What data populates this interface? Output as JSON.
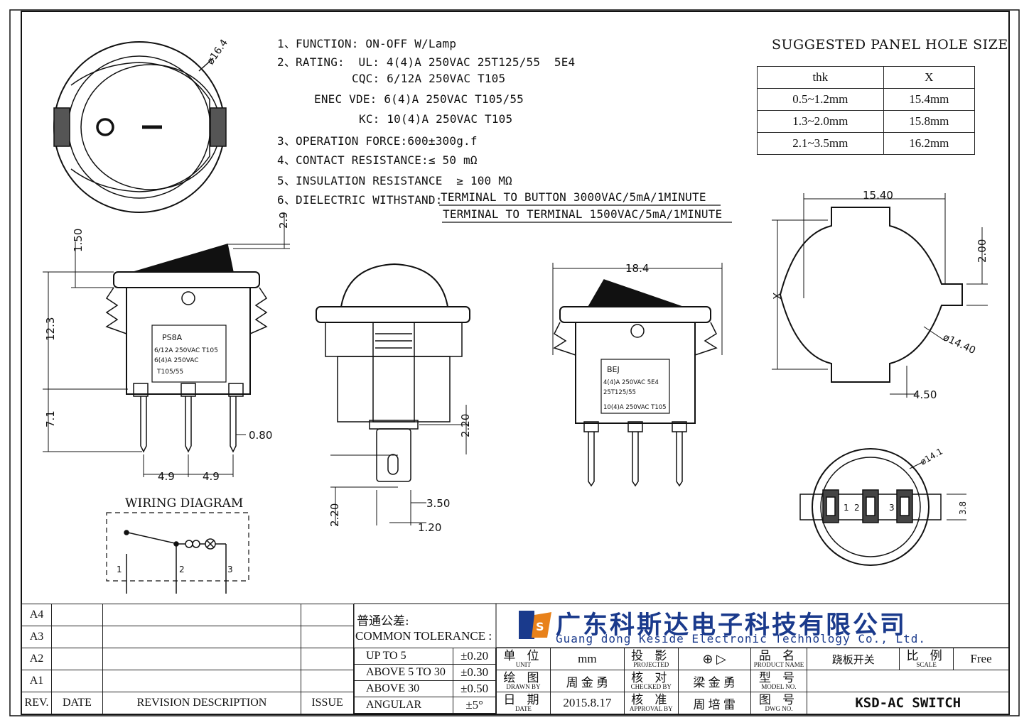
{
  "specs": [
    {
      "num": "1、",
      "text": "FUNCTION: ON-OFF W/Lamp"
    },
    {
      "num": "2、",
      "text": "RATING:  UL: 4(4)A 250VAC 25T125/55  5E4"
    },
    {
      "num": "",
      "text": "CQC: 6/12A 250VAC T105"
    },
    {
      "num": "",
      "text": "ENEC VDE: 6(4)A 250VAC T105/55"
    },
    {
      "num": "",
      "text": "KC: 10(4)A 250VAC T105"
    },
    {
      "num": "3、",
      "text": "OPERATION FORCE:600±300g.f"
    },
    {
      "num": "4、",
      "text": "CONTACT RESISTANCE:≤ 50 mΩ"
    },
    {
      "num": "5、",
      "text": "INSULATION RESISTANCE  ≥ 100 MΩ"
    },
    {
      "num": "6、",
      "text": "DIELECTRIC WITHSTAND:"
    }
  ],
  "dielectric": [
    "TERMINAL TO BUTTON 3000VAC/5mA/1MINUTE",
    "TERMINAL TO TERMINAL 1500VAC/5mA/1MINUTE"
  ],
  "hole_size": {
    "title": "SUGGESTED PANEL HOLE SIZE",
    "headers": [
      "thk",
      "X"
    ],
    "rows": [
      [
        "0.5~1.2mm",
        "15.4mm"
      ],
      [
        "1.3~2.0mm",
        "15.8mm"
      ],
      [
        "2.1~3.5mm",
        "16.2mm"
      ]
    ]
  },
  "dims": {
    "d164": "ø16.4",
    "d29": "2.9",
    "d150": "1.50",
    "d123": "12.3",
    "d71": "7.1",
    "d080": "0.80",
    "d49a": "4.9",
    "d49b": "4.9",
    "d184": "18.4",
    "d220a": "2.20",
    "d220b": "2.20",
    "d350": "3.50",
    "d120": "1.20",
    "d1540": "15.40",
    "d200": "2.00",
    "dx": "X",
    "d1440": "ø14.40",
    "d450": "4.50",
    "d141": "ø14.1",
    "d38": "3.8"
  },
  "label_a": {
    "model": "PS8A",
    "l1": "6/12A 250VAC T105",
    "l2": "6(4)A 250VAC",
    "l3": "T105/55"
  },
  "label_b": {
    "model": "BEJ",
    "l1": "4(4)A 250VAC 5E4",
    "l2": "25T125/55",
    "l3": "10(4)A 250VAC T105"
  },
  "wiring": {
    "title": "WIRING DIAGRAM",
    "t1": "1",
    "t2": "2",
    "t3": "3"
  },
  "bottom_terms": {
    "t1": "1",
    "t2": "2",
    "t3": "3"
  },
  "revisions": {
    "rows": [
      "A4",
      "A3",
      "A2",
      "A1"
    ],
    "headers": [
      "REV.",
      "DATE",
      "REVISION DESCRIPTION",
      "ISSUE"
    ]
  },
  "tolerance": {
    "title_cn": "普通公差:",
    "title_en": "COMMON TOLERANCE :",
    "rows": [
      [
        "UP TO 5",
        "±0.20"
      ],
      [
        "ABOVE 5 TO 30",
        "±0.30"
      ],
      [
        "ABOVE 30",
        "±0.50"
      ],
      [
        "ANGULAR",
        "±5°"
      ]
    ]
  },
  "company": {
    "cn": "广东科斯达电子科技有限公司",
    "en": "Guang dong Keside  Electronic Technology Co., Ltd."
  },
  "title_block": {
    "unit_cn": "单 位",
    "unit_en": "UNIT",
    "unit_val": "mm",
    "proj_cn": "投 影",
    "proj_en": "PROJECTED",
    "pname_cn": "品 名",
    "pname_en": "PRODUCT NAME",
    "pname_val": "跷板开关",
    "scale_cn": "比 例",
    "scale_en": "SCALE",
    "scale_val": "Free",
    "drawn_cn": "绘 图",
    "drawn_en": "DRAWN BY",
    "drawn_val": "周 金 勇",
    "checked_cn": "核 对",
    "checked_en": "CHECKED BY",
    "checked_val": "梁 金 勇",
    "model_cn": "型 号",
    "model_en": "MODEL NO.",
    "model_val": "",
    "date_cn": "日 期",
    "date_en": "DATE",
    "date_val": "2015.8.17",
    "approval_cn": "核 准",
    "approval_en": "APPROVAL BY",
    "approval_val": "周 培 雷",
    "dwg_cn": "图 号",
    "dwg_en": "DWG NO.",
    "dwg_val": "KSD-AC SWITCH"
  }
}
